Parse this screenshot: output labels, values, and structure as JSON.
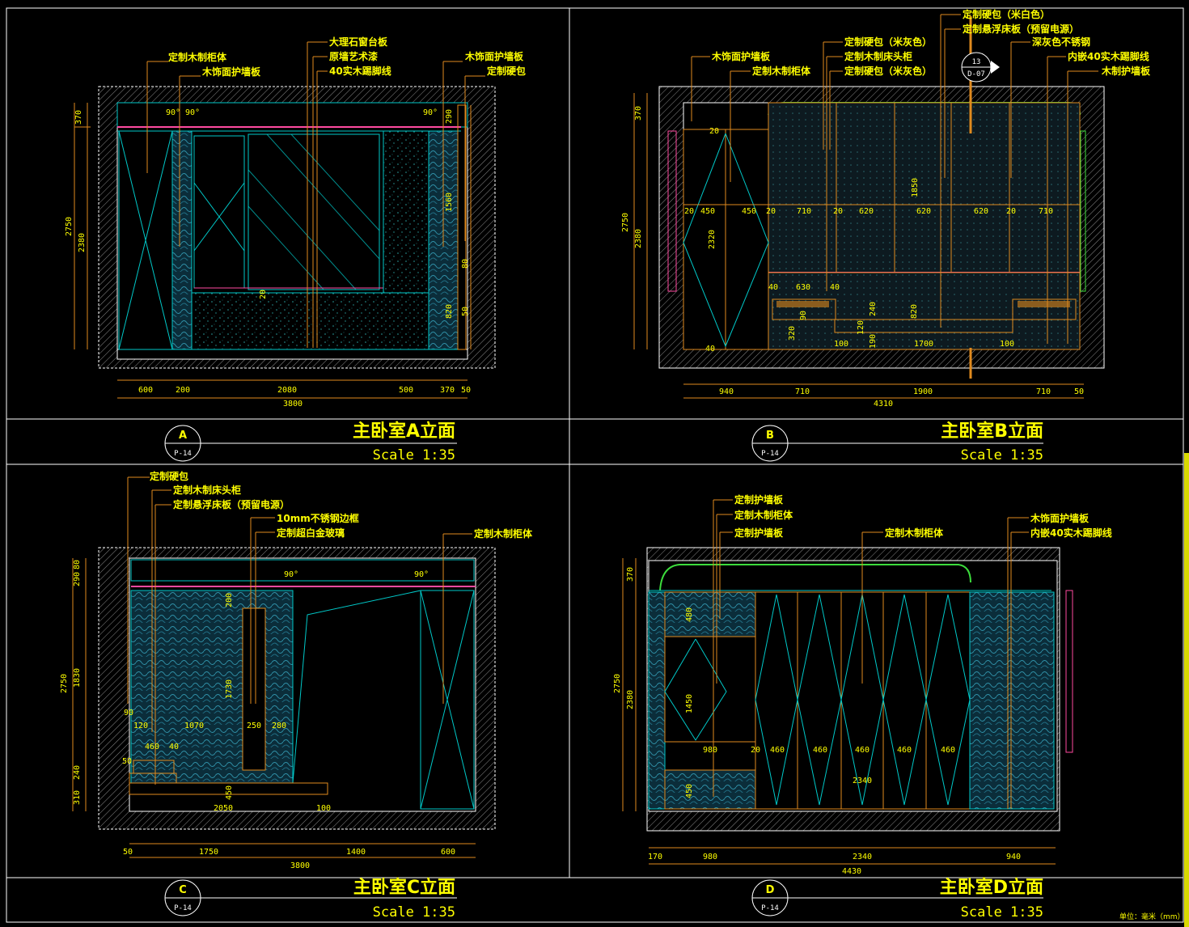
{
  "panels": {
    "A": {
      "title": "主卧室A立面",
      "scale": "Scale 1:35",
      "bubble_letter": "A",
      "bubble_sheet": "P-14",
      "labels": [
        "定制木制柜体",
        "木饰面护墙板",
        "大理石窗台板",
        "原墙艺术漆",
        "40实木踢脚线",
        "木饰面护墙板",
        "定制硬包"
      ],
      "dims_bottom": [
        "600",
        "200",
        "2080",
        "500",
        "370",
        "50"
      ],
      "total": "3800",
      "dims_left": [
        "370",
        "2750",
        "2380"
      ],
      "dims_right": [
        "290",
        "1560",
        "80",
        "50",
        "820"
      ],
      "misc": [
        "90°",
        "90°",
        "90°",
        "20"
      ]
    },
    "B": {
      "title": "主卧室B立面",
      "scale": "Scale 1:35",
      "bubble_letter": "B",
      "bubble_sheet": "P-14",
      "labels": [
        "定制硬包（米白色）",
        "定制悬浮床板（预留电源）",
        "深灰色不锈钢",
        "内嵌40实木踢脚线",
        "木制护墙板",
        "木饰面护墙板",
        "定制木制柜体",
        "定制硬包（米灰色）",
        "定制木制床头柜",
        "定制硬包（米灰色）"
      ],
      "callout_top": "13",
      "callout_bottom": "D-07",
      "dims_bottom": [
        "940",
        "710",
        "1900",
        "710",
        "50"
      ],
      "total": "4310",
      "dims_left": [
        "370",
        "2750",
        "2380"
      ],
      "dims_row": [
        "20",
        "450",
        "450",
        "20",
        "710",
        "20",
        "620",
        "620",
        "620",
        "20",
        "710"
      ],
      "misc": [
        "1850",
        "2320",
        "40",
        "630",
        "40",
        "240",
        "820",
        "90",
        "320",
        "120",
        "190",
        "100",
        "1700",
        "100",
        "40",
        "20"
      ]
    },
    "C": {
      "title": "主卧室C立面",
      "scale": "Scale 1:35",
      "bubble_letter": "C",
      "bubble_sheet": "P-14",
      "labels": [
        "定制硬包",
        "定制木制床头柜",
        "定制悬浮床板（预留电源）",
        "10mm不锈钢边框",
        "定制超白金玻璃",
        "定制木制柜体"
      ],
      "dims_bottom": [
        "50",
        "1750",
        "1400",
        "600"
      ],
      "total": "3800",
      "dims_left": [
        "80",
        "290",
        "2750",
        "1830",
        "240",
        "310"
      ],
      "misc": [
        "90°",
        "90°",
        "200",
        "1730",
        "90",
        "120",
        "1070",
        "250",
        "280",
        "460",
        "40",
        "50",
        "450",
        "2050",
        "100"
      ]
    },
    "D": {
      "title": "主卧室D立面",
      "scale": "Scale 1:35",
      "bubble_letter": "D",
      "bubble_sheet": "P-14",
      "labels": [
        "定制护墙板",
        "定制木制柜体",
        "定制护墙板",
        "定制木制柜体",
        "木饰面护墙板",
        "内嵌40实木踢脚线"
      ],
      "dims_bottom": [
        "170",
        "980",
        "2340",
        "940"
      ],
      "total": "4430",
      "dims_left": [
        "370",
        "2750",
        "2380"
      ],
      "misc": [
        "480",
        "1450",
        "450",
        "980",
        "20",
        "460",
        "460",
        "460",
        "460",
        "460",
        "2340"
      ]
    }
  },
  "unit_note": "单位：毫米（mm）",
  "colors": {
    "background": "#000000",
    "annotation": "#ffff00",
    "frame": "#ffffff",
    "wall": "#00c8c8",
    "orange": "#e08a1e",
    "magenta": "#ff4aa0",
    "green": "#3cdc3c",
    "hatch": "#8a8a8a"
  }
}
